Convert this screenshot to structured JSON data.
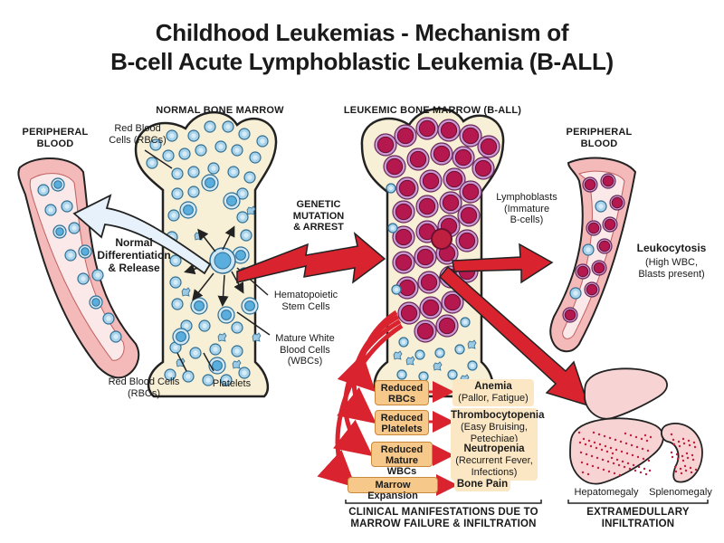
{
  "title_line1": "Childhood Leukemias - Mechanism of",
  "title_line2": "B-cell Acute Lymphoblastic Leukemia (B-ALL)",
  "headers": {
    "normal_marrow": "NORMAL BONE MARROW",
    "leukemic_marrow": "LEUKEMIC BONE MARROW (B-ALL)",
    "peripheral_left": "PERIPHERAL\nBLOOD",
    "peripheral_right": "PERIPHERAL\nBLOOD"
  },
  "labels": {
    "rbc_top": "Red Blood\nCells (RBCs)",
    "normal_diff": "Normal\nDifferentiation\n& Release",
    "hsc": "Hematopoietic\nStem Cells",
    "mature_wbc": "Mature White\nBlood Cells\n(WBCs)",
    "rbc_bottom": "Red Blood Cells\n(RBCs)",
    "platelets": "Platelets",
    "genetic": "GENETIC\nMUTATION\n& ARREST",
    "lymphoblasts": "Lymphoblasts\n(Immature\nB-cells)",
    "leukocytosis_title": "Leukocytosis",
    "leukocytosis_sub": "(High WBC,\nBlasts present)",
    "hepatomegaly": "Hepatomegaly",
    "splenomegaly": "Splenomegaly"
  },
  "manifestations": [
    {
      "cause": "Reduced\nRBCs",
      "effect_title": "Anemia",
      "effect_sub": "(Pallor, Fatigue)"
    },
    {
      "cause": "Reduced\nPlatelets",
      "effect_title": "Thrombocytopenia",
      "effect_sub": "(Easy Bruising,\nPetechiae)"
    },
    {
      "cause": "Reduced\nMature WBCs",
      "effect_title": "Neutropenia",
      "effect_sub": "(Recurrent Fever,\nInfections)"
    },
    {
      "cause": "Marrow Expansion",
      "effect_title": "Bone Pain",
      "effect_sub": ""
    }
  ],
  "footers": {
    "clinical": "CLINICAL MANIFESTATIONS DUE TO\nMARROW FAILURE & INFILTRATION",
    "extramedullary": "EXTRAMEDULLARY\nINFILTRATION"
  },
  "colors": {
    "bone": "#f7efd6",
    "bone_edge": "#222222",
    "rbc": "#a9d3ea",
    "wbc": "#5aaede",
    "blast": "#b5174f",
    "blast_ring": "#c99ad6",
    "arrow_red": "#d9232e",
    "vessel": "#f4b9b9",
    "box_fill": "#f6c98a",
    "organ": "#f7d3d3"
  }
}
